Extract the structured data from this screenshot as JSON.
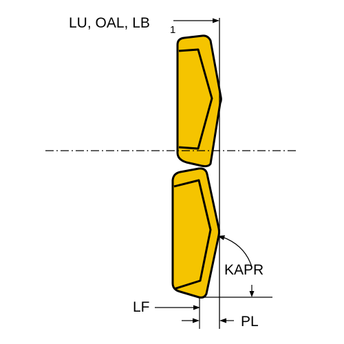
{
  "labels": {
    "top_dimensions": "LU, OAL, LB",
    "top_dimensions_subscript": "1",
    "kapr": "KAPR",
    "lf": "LF",
    "pl": "PL"
  },
  "colors": {
    "insert_fill": "#F5C400",
    "outline": "#000000",
    "background": "#FFFFFF"
  }
}
